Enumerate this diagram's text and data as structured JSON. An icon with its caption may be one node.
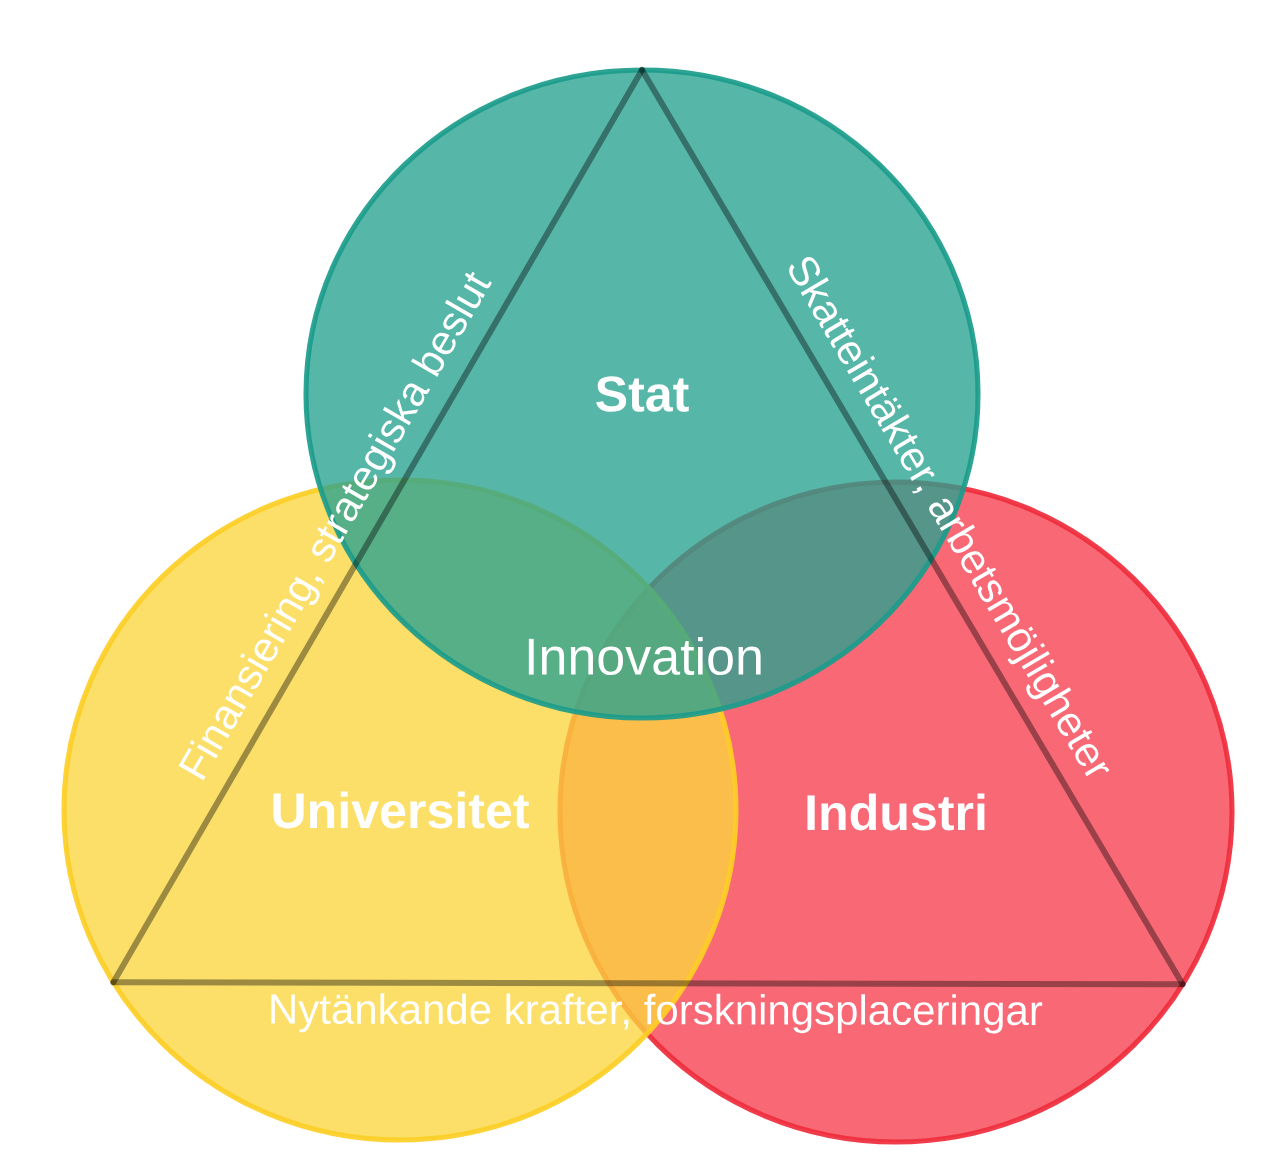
{
  "diagram": {
    "nodes": [
      {
        "text": [
          "Stat"
        ]
      },
      {
        "text": [
          "Universitet"
        ]
      },
      {
        "text": [
          "Industri"
        ]
      }
    ],
    "edges": [
      {
        "from": 0,
        "to": 1,
        "arrow": "none",
        "label": "Finansiering, strategiska beslut"
      },
      {
        "from": 0,
        "to": 2,
        "arrow": "none",
        "label": "Skatteintäkter, arbetsmöjligheter"
      },
      {
        "from": 1,
        "to": 2,
        "arrow": "none",
        "label": "Nytänkande krafter, forskningsplaceringar"
      }
    ],
    "labels": [
      "Innovation"
    ]
  }
}
